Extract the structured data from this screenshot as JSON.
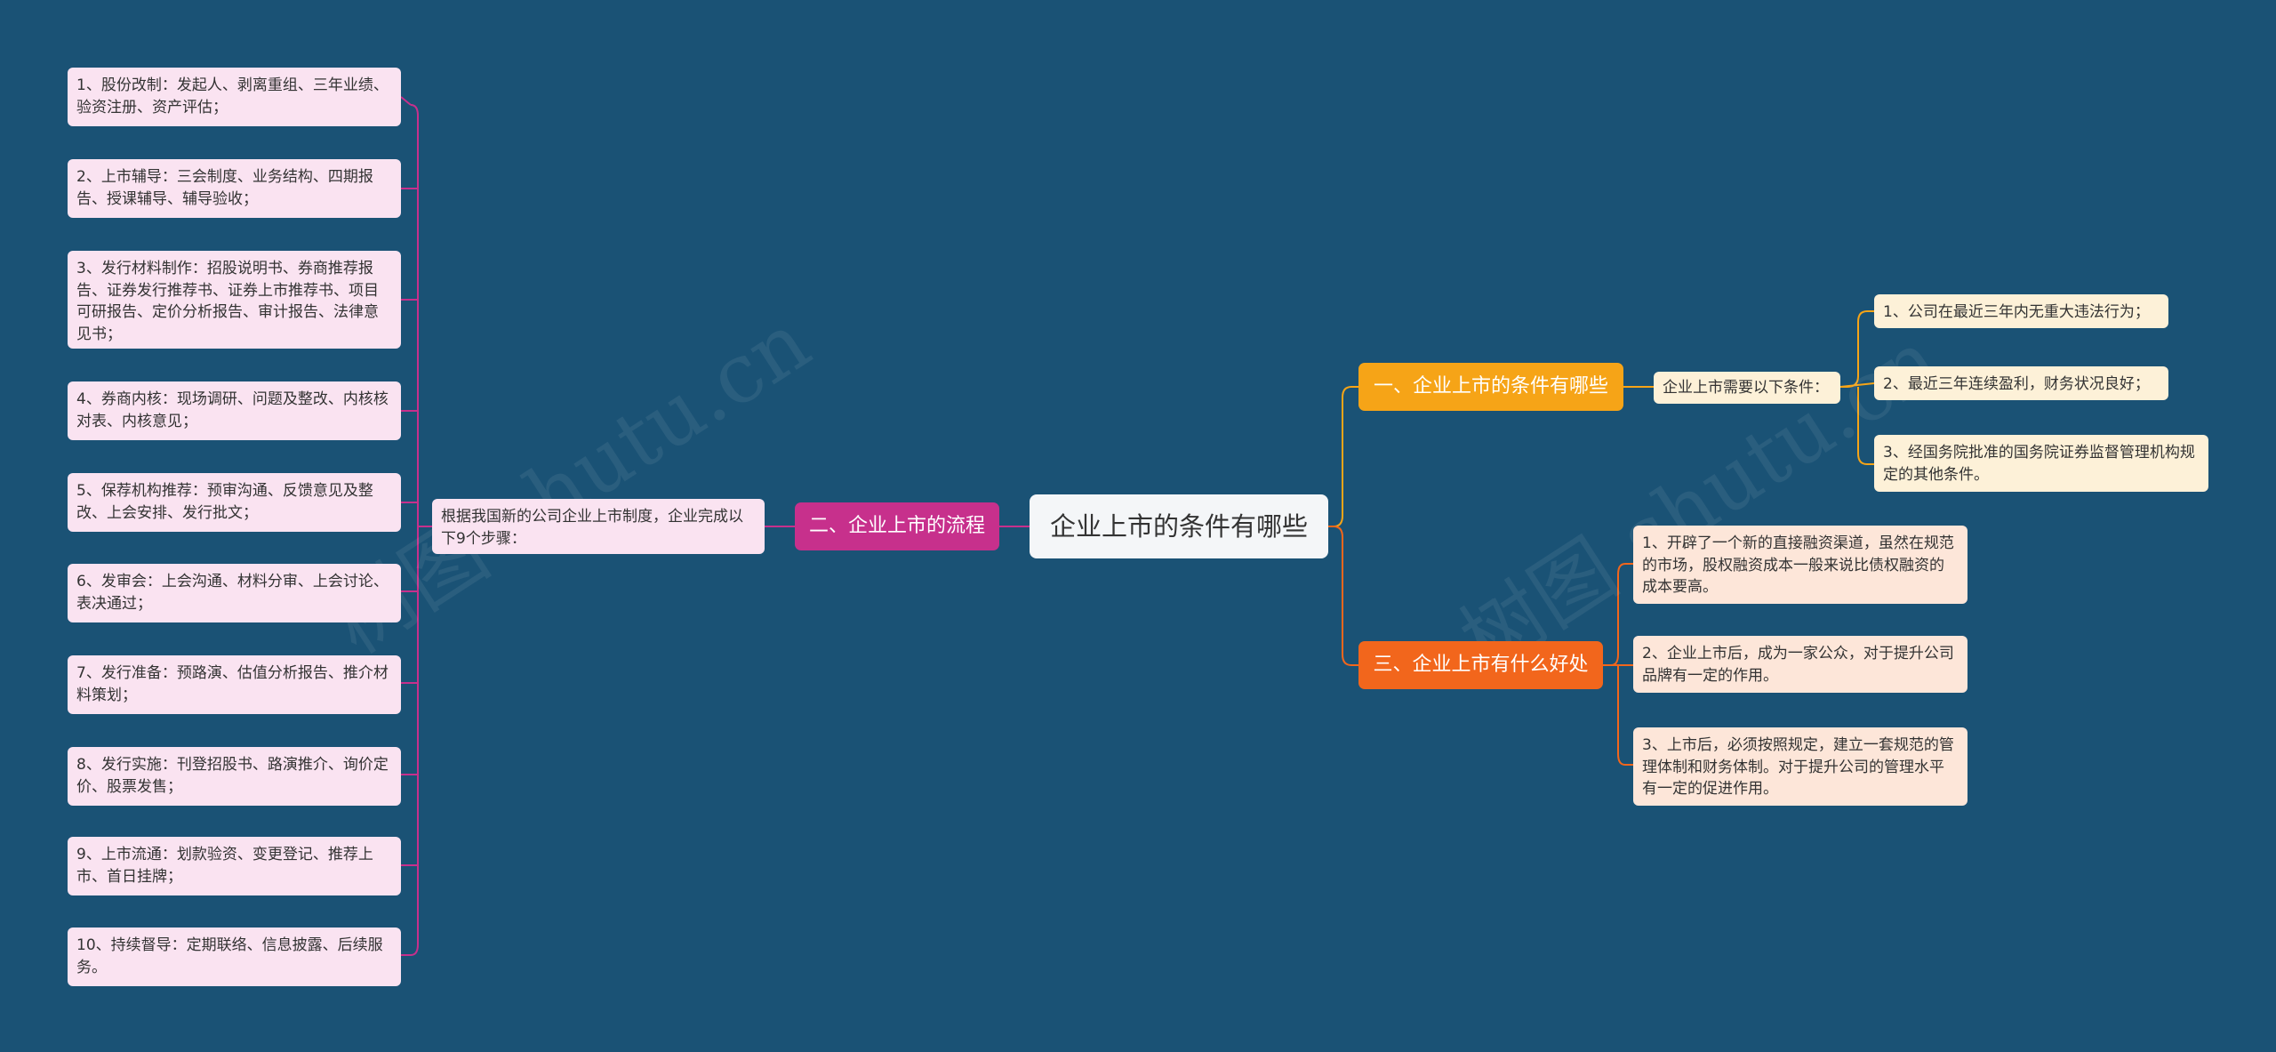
{
  "root": {
    "label": "企业上市的条件有哪些"
  },
  "branches": {
    "flow": {
      "label": "二、企业上市的流程",
      "summary": "根据我国新的公司企业上市制度，企业完成以下9个步骤：",
      "steps": [
        "1、股份改制：发起人、剥离重组、三年业绩、验资注册、资产评估；",
        "2、上市辅导：三会制度、业务结构、四期报告、授课辅导、辅导验收；",
        "3、发行材料制作：招股说明书、券商推荐报告、证券发行推荐书、证券上市推荐书、项目可研报告、定价分析报告、审计报告、法律意见书；",
        "4、券商内核：现场调研、问题及整改、内核核对表、内核意见；",
        "5、保荐机构推荐：预审沟通、反馈意见及整改、上会安排、发行批文；",
        "6、发审会：上会沟通、材料分审、上会讨论、表决通过；",
        "7、发行准备：预路演、估值分析报告、推介材料策划；",
        "8、发行实施：刊登招股书、路演推介、询价定价、股票发售；",
        "9、上市流通：划款验资、变更登记、推荐上市、首日挂牌；",
        "10、持续督导：定期联络、信息披露、后续服务。"
      ]
    },
    "conditions": {
      "label": "一、企业上市的条件有哪些",
      "summary": "企业上市需要以下条件：",
      "items": [
        "1、公司在最近三年内无重大违法行为；",
        "2、最近三年连续盈利，财务状况良好；",
        "3、经国务院批准的国务院证券监督管理机构规定的其他条件。"
      ]
    },
    "benefits": {
      "label": "三、企业上市有什么好处",
      "items": [
        "1、开辟了一个新的直接融资渠道，虽然在规范的市场，股权融资成本一般来说比债权融资的成本要高。",
        "2、企业上市后，成为一家公众，对于提升公司品牌有一定的作用。",
        "3、上市后，必须按照规定，建立一套规范的管理体制和财务体制。对于提升公司的管理水平有一定的促进作用。"
      ]
    }
  },
  "watermarks": [
    "树图 shutu.cn",
    "树图 shutu.cn"
  ],
  "colors": {
    "background": "#1a5275",
    "flow_line": "#c7308c",
    "conditions_line": "#f6a417",
    "benefits_line": "#f2661c"
  }
}
